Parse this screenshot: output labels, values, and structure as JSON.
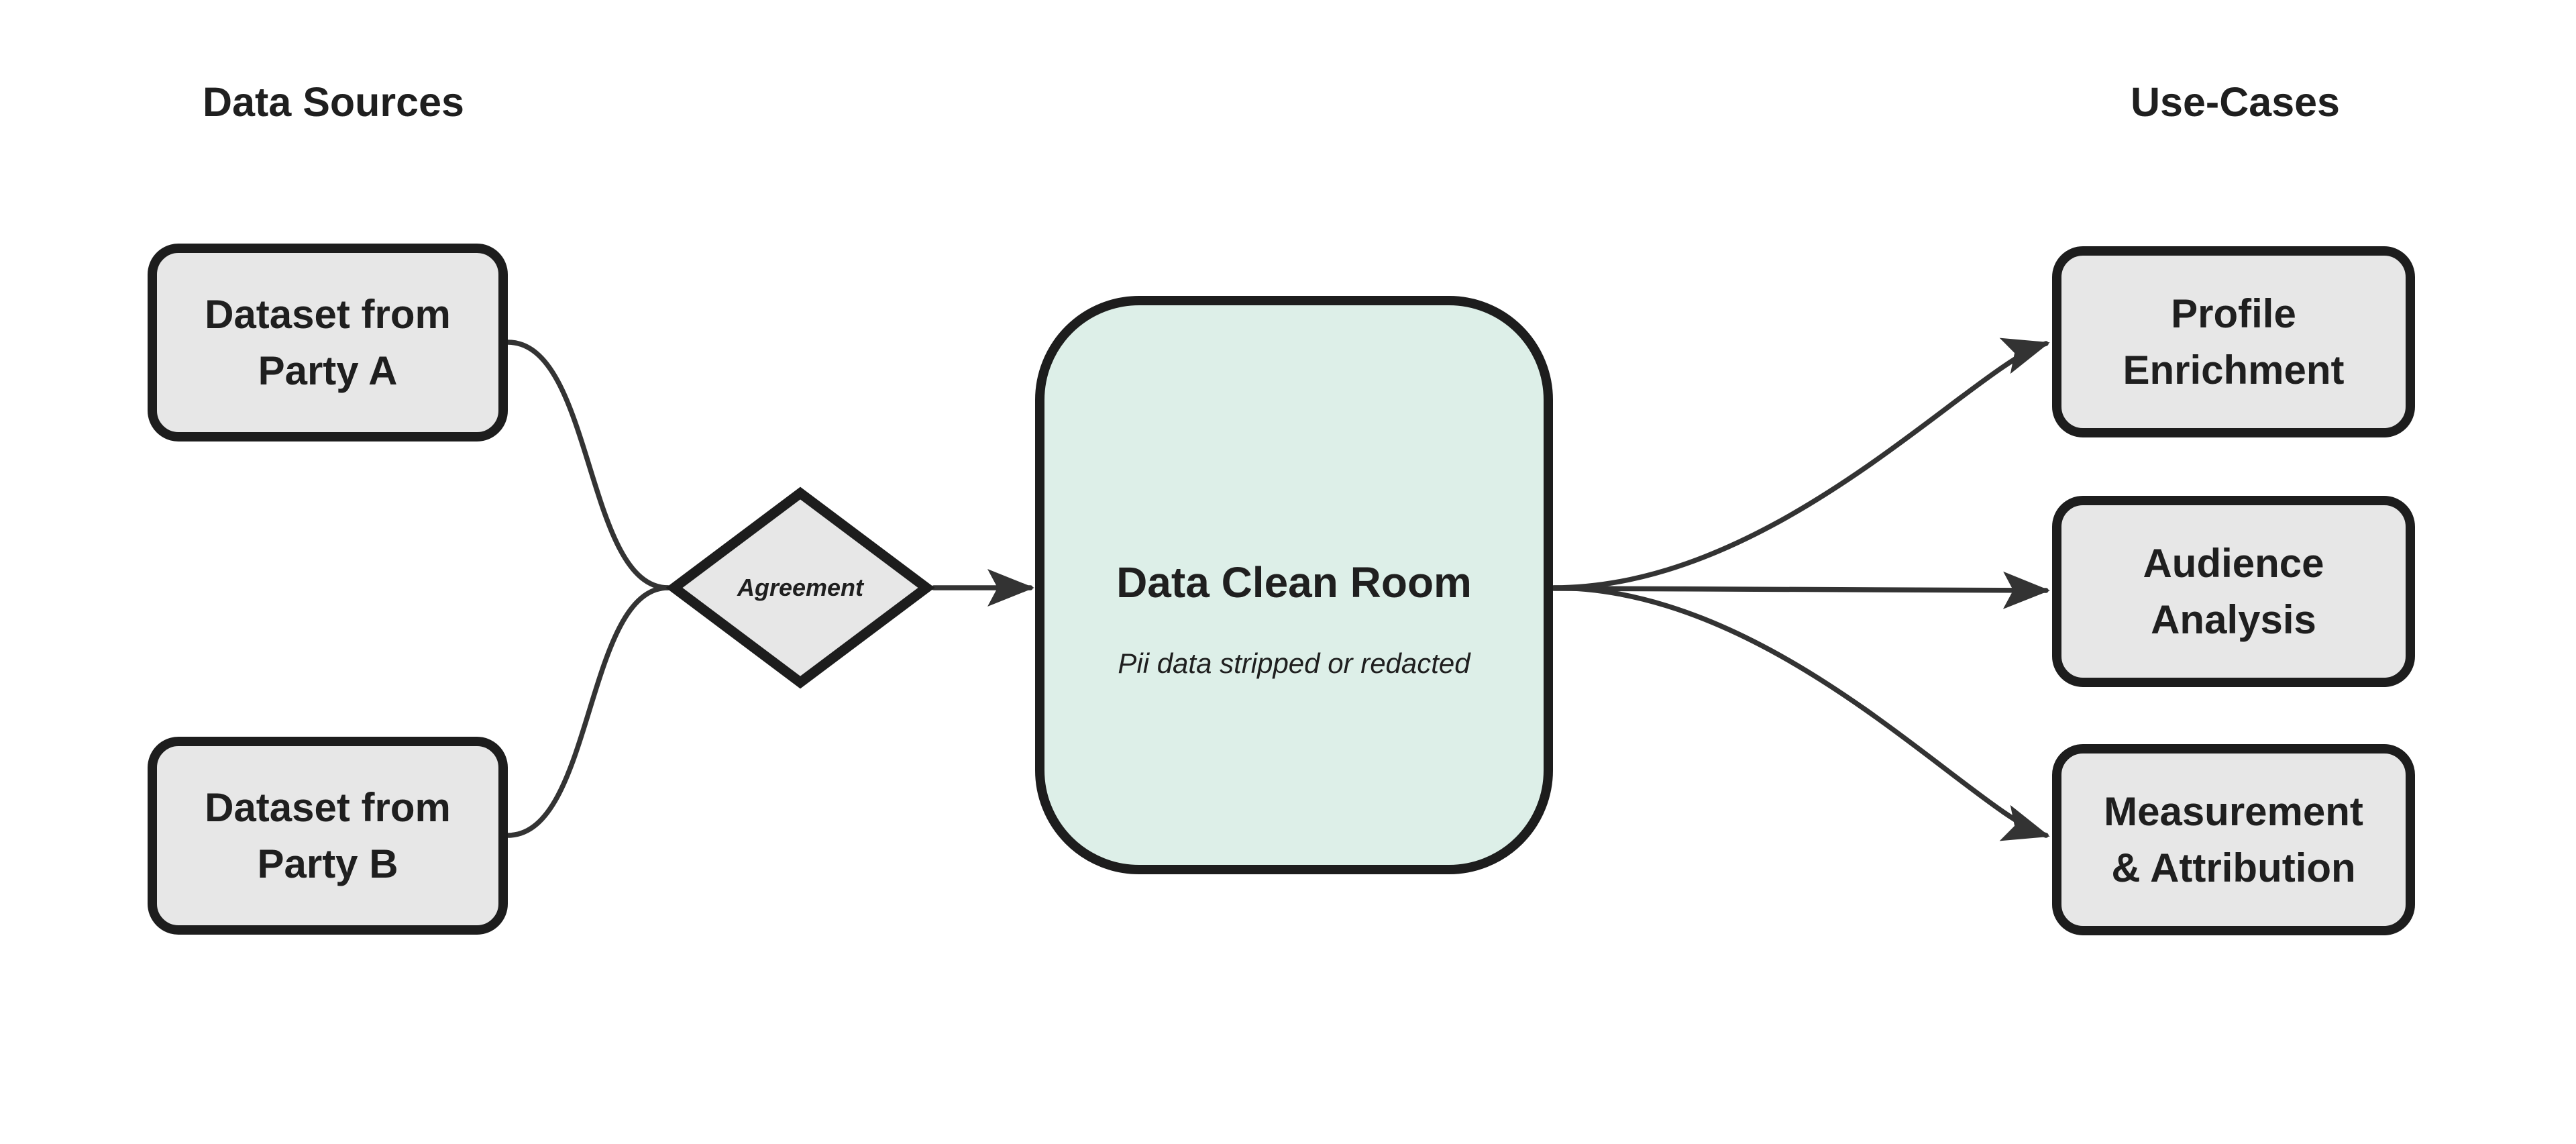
{
  "headings": {
    "data_sources": "Data Sources",
    "use_cases": "Use-Cases"
  },
  "nodes": {
    "party_a": {
      "line1": "Dataset from",
      "line2": "Party A"
    },
    "party_b": {
      "line1": "Dataset from",
      "line2": "Party B"
    },
    "agreement": {
      "label": "Agreement"
    },
    "clean_room": {
      "title": "Data Clean Room",
      "subtitle": "Pii data stripped or redacted"
    },
    "profile_enrichment": {
      "line1": "Profile",
      "line2": "Enrichment"
    },
    "audience_analysis": {
      "line1": "Audience",
      "line2": "Analysis"
    },
    "measurement_attribution": {
      "line1": "Measurement",
      "line2": "& Attribution"
    }
  },
  "colors": {
    "node-fill": "#e7e7e7",
    "clean-room-fill": "#ddefe8",
    "border": "#1d1d1d",
    "connector": "#333333",
    "text": "#1f1f1f",
    "background": "#ffffff"
  }
}
